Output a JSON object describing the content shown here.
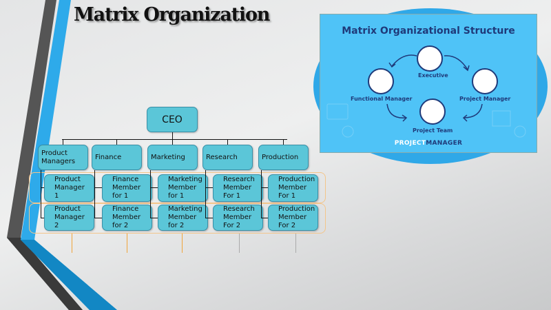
{
  "slide": {
    "title": "Matrix Organization"
  },
  "org": {
    "ceo": "CEO",
    "departments": [
      "Product Managers",
      "Finance",
      "Marketing",
      "Research",
      "Production"
    ],
    "row1": [
      "Product Manager 1",
      "Finance Member for 1",
      "Marketing Member for 1",
      "Research Member For 1",
      "Production Member For 1"
    ],
    "row2": [
      "Product Manager 2",
      "Finance Member for 2",
      "Marketing Member for 2",
      "Research Member For 2",
      "Production Member For 2"
    ]
  },
  "image": {
    "title": "Matrix Organizational Structure",
    "executive": "Executive",
    "functional_manager": "Functional Manager",
    "project_manager": "Project Manager",
    "project_team": "Project Team",
    "brand_a": "PROJECT",
    "brand_b": "MANAGER"
  },
  "colors": {
    "box": "#5bc6d8",
    "accent_blue": "#2eaaea",
    "card": "#4fc3f7",
    "navy": "#1f3a7a"
  }
}
